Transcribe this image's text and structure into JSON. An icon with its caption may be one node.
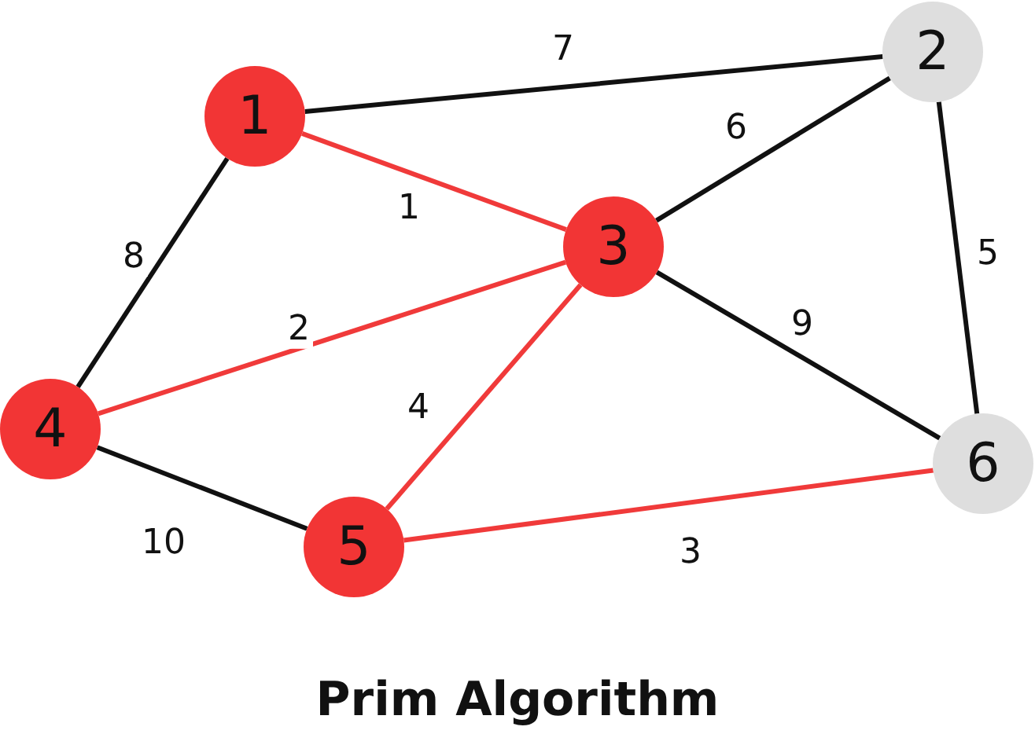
{
  "diagram": {
    "title": "Prim Algorithm",
    "nodes": [
      {
        "text": [
          "1"
        ]
      },
      {
        "text": [
          "2"
        ]
      },
      {
        "text": [
          "3"
        ]
      },
      {
        "text": [
          "4"
        ]
      },
      {
        "text": [
          "5"
        ]
      },
      {
        "text": [
          "6"
        ]
      }
    ],
    "edges": [
      {
        "from": 0,
        "to": 1,
        "arrow": "none",
        "label": "7"
      },
      {
        "from": 0,
        "to": 2,
        "arrow": "none",
        "label": "1",
        "color": "#f03a3a"
      },
      {
        "from": 1,
        "to": 2,
        "arrow": "none",
        "label": "6"
      },
      {
        "from": 1,
        "to": 5,
        "arrow": "none",
        "label": "5"
      },
      {
        "from": 0,
        "to": 3,
        "arrow": "none",
        "label": "8"
      },
      {
        "from": 3,
        "to": 2,
        "arrow": "none",
        "label": "2",
        "color": "#f03a3a"
      },
      {
        "from": 2,
        "to": 5,
        "arrow": "none",
        "label": "9"
      },
      {
        "from": 4,
        "to": 2,
        "arrow": "none",
        "label": "4",
        "color": "#f03a3a"
      },
      {
        "from": 3,
        "to": 4,
        "arrow": "none",
        "label": "10"
      },
      {
        "from": 4,
        "to": 5,
        "arrow": "none",
        "label": "3",
        "color": "#f03a3a"
      }
    ]
  }
}
